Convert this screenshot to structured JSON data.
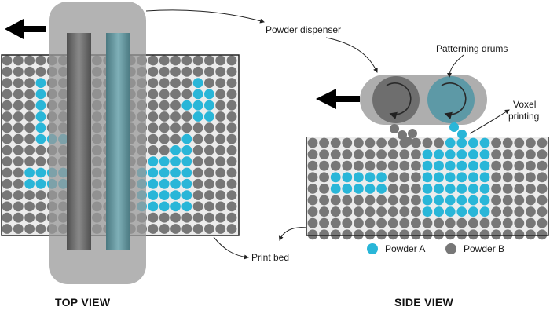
{
  "labels": {
    "powder_dispenser": "Powder dispenser",
    "patterning_drums": "Patterning drums",
    "voxel_line1": "Voxel",
    "voxel_line2": "printing",
    "print_bed": "Print bed",
    "top_view": "TOP VIEW",
    "side_view": "SIDE VIEW"
  },
  "legend": [
    {
      "name": "Powder A",
      "color": "#29b6d8"
    },
    {
      "name": "Powder B",
      "color": "#777777"
    }
  ],
  "colors": {
    "powder_a": "#29b6d8",
    "powder_b": "#777777",
    "bed_outline": "#222222",
    "dispenser_fill": "#9a9a9a",
    "arrow": "#000000"
  },
  "icons": [
    "left-arrow-icon",
    "rotation-arrow-icon"
  ]
}
